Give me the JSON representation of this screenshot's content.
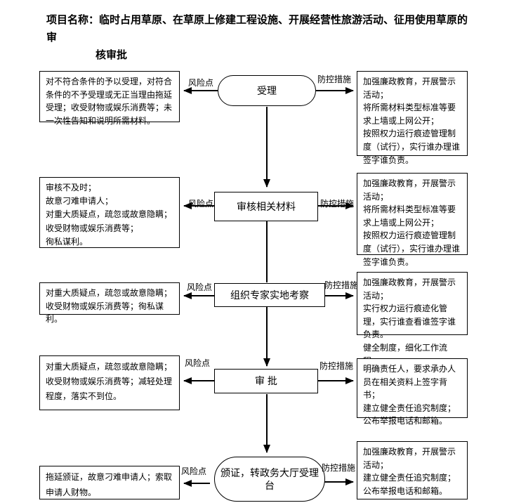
{
  "title": {
    "line1": "项目名称：临时占用草原、在草原上修建工程设施、开展经营性旅游活动、征用使用草原的审",
    "line2": "核审批"
  },
  "labels": {
    "risk": "风险点",
    "control": "防控措施"
  },
  "colors": {
    "line": "#000000",
    "border": "#000000",
    "background": "#ffffff",
    "text": "#000000"
  },
  "flow": {
    "type": "vertical-flowchart",
    "steps": [
      {
        "name": "受理",
        "shape": "terminator",
        "risk": "对不符合条件的予以受理，对符合条件的不予受理或无正当理由拖延受理；收受财物或娱乐消费等；未一次性告知和说明所需材料。",
        "control": "加强廉政教育，开展警示活动；\n将所需材料类型标准等要求上墙或上网公开；\n按照权力运行痕迹管理制度（试行），实行谁办理谁签字谁负责。"
      },
      {
        "name": "审核相关材料",
        "shape": "process",
        "risk": "审核不及时；\n故意刁难申请人；\n对重大质疑点，疏忽或故意隐瞒；\n收受财物或娱乐消费等；\n徇私谋利。",
        "control": "加强廉政教育，开展警示活动；\n将所需材料类型标准等要求上墙或上网公开；\n按照权力运行痕迹管理制度（试行），实行谁办理谁签字谁负责。"
      },
      {
        "name": "组织专家实地考察",
        "shape": "process",
        "risk": "对重大质疑点，疏忽或故意隐瞒；收受财物或娱乐消费等；徇私谋利。",
        "control": "加强廉政教育，开展警示活动；\n实行权力运行痕迹化管理，实行谁查看谁签字谁负责。\n健全制度，细化工作流程。"
      },
      {
        "name": "审 批",
        "shape": "process",
        "risk": "对重大质疑点，疏忽或故意隐瞒；收受财物或娱乐消费等；减轻处理程度，落实不到位。",
        "control": "明确责任人，要求承办人员在相关资料上签字背书；\n建立健全责任追究制度；\n公布举报电话和邮箱。"
      },
      {
        "name": "颁证，转政务大厅受理台",
        "shape": "terminator",
        "risk": "拖延颁证，故意刁难申请人；索取申请人财物。",
        "control": "加强廉政教育，开展警示活动；\n建立健全责任追究制度；\n公布举报电话和邮箱。"
      }
    ]
  }
}
